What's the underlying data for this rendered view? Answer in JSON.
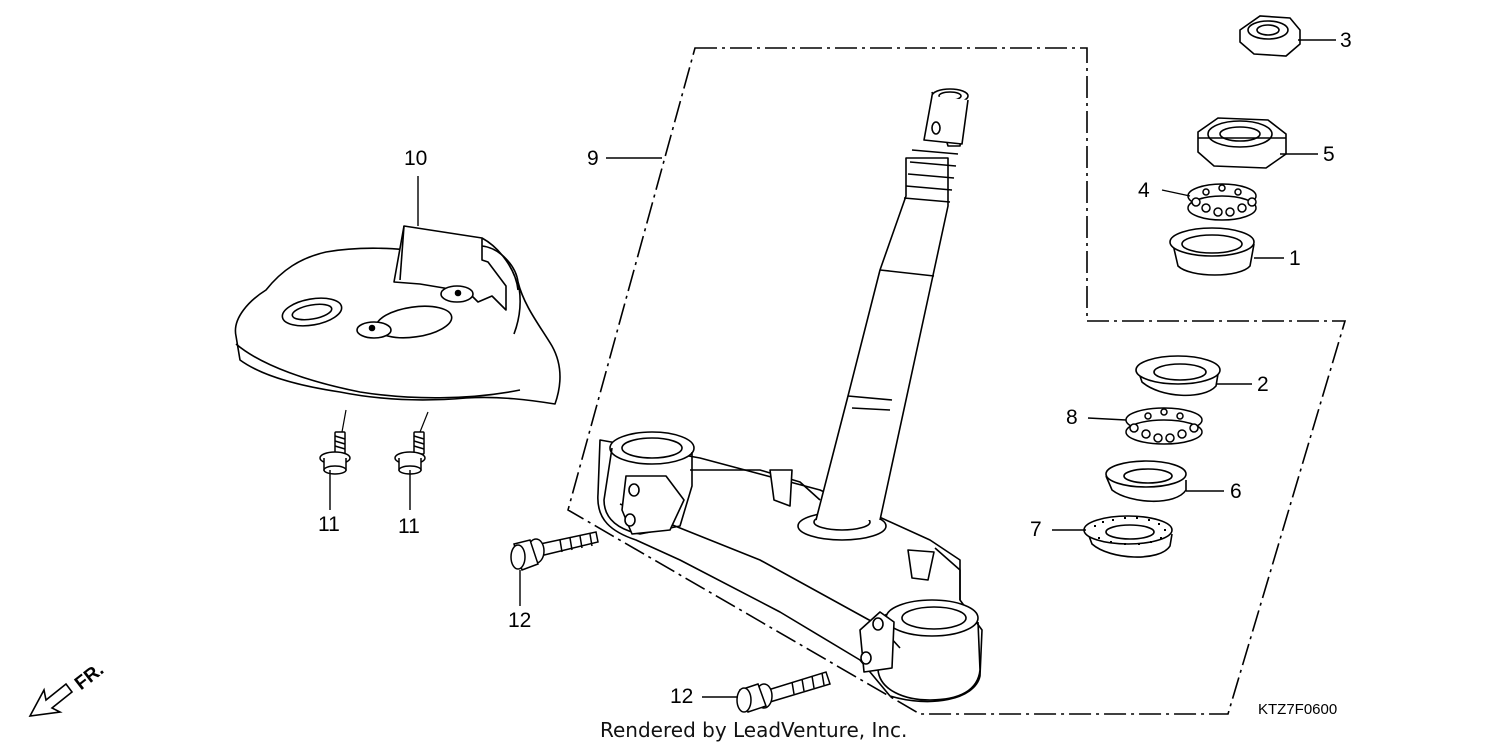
{
  "diagram": {
    "callouts": [
      {
        "id": "1",
        "text": "1"
      },
      {
        "id": "2",
        "text": "2"
      },
      {
        "id": "3",
        "text": "3"
      },
      {
        "id": "4",
        "text": "4"
      },
      {
        "id": "5",
        "text": "5"
      },
      {
        "id": "6",
        "text": "6"
      },
      {
        "id": "7",
        "text": "7"
      },
      {
        "id": "8",
        "text": "8"
      },
      {
        "id": "9",
        "text": "9"
      },
      {
        "id": "10",
        "text": "10"
      },
      {
        "id": "11a",
        "text": "11"
      },
      {
        "id": "11b",
        "text": "11"
      },
      {
        "id": "12a",
        "text": "12"
      },
      {
        "id": "12b",
        "text": "12"
      }
    ],
    "front_marker": "FR.",
    "diagram_code": "KTZ7F0600",
    "credit": "Rendered by LeadVenture, Inc."
  }
}
